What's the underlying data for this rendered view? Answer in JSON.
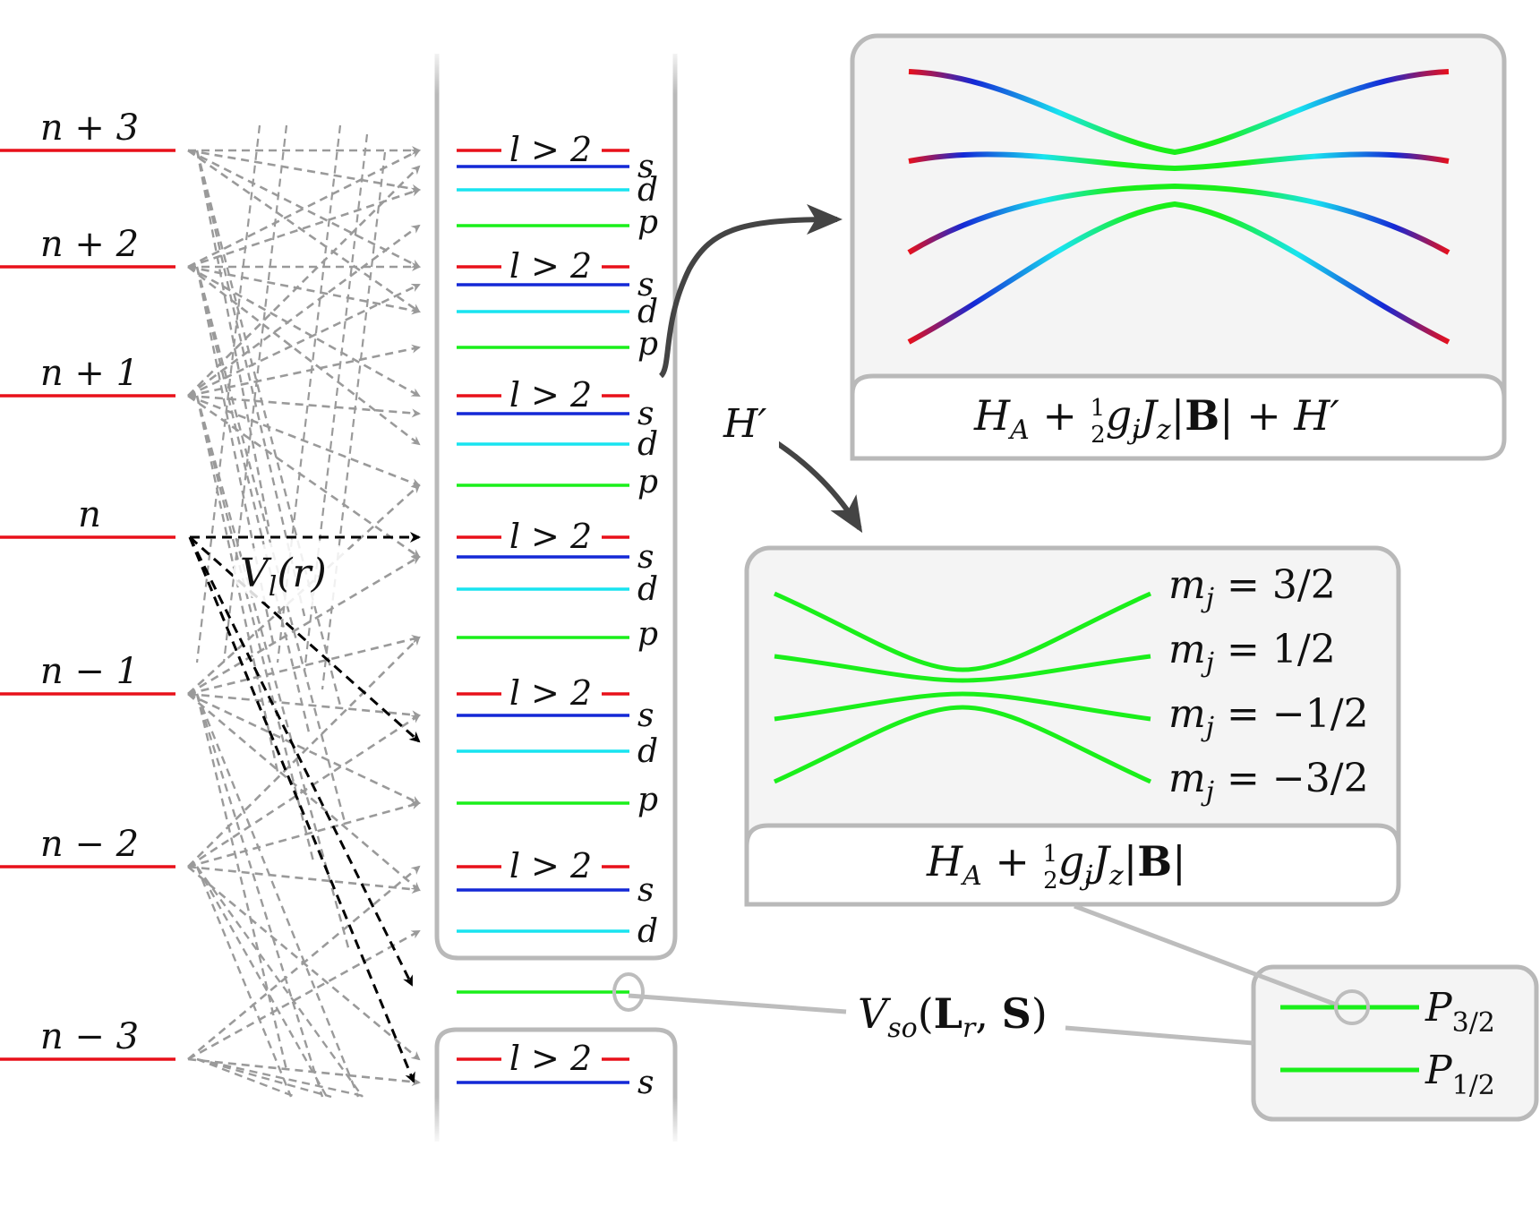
{
  "colors": {
    "unperturbed_level": "#e8101a",
    "l_gt_2": "#e8101a",
    "s": "#1428d6",
    "d": "#18e4f0",
    "p": "#1aef1a",
    "coupling_gray": "#9a9a9a",
    "coupling_black": "#000000",
    "box_fill": "#f4f4f4",
    "box_border": "#b9b9b9"
  },
  "left_levels": [
    {
      "label": "n + 3"
    },
    {
      "label": "n + 2"
    },
    {
      "label": "n + 1"
    },
    {
      "label": "n"
    },
    {
      "label": "n − 1"
    },
    {
      "label": "n − 2"
    },
    {
      "label": "n − 3"
    }
  ],
  "potential_label": "V",
  "potential_sub": "l",
  "potential_arg": "(r)",
  "groups": [
    {
      "lgt2_label": "l > 2",
      "sublevels": [
        {
          "name": "s",
          "color_key": "s"
        },
        {
          "name": "d",
          "color_key": "d"
        },
        {
          "name": "p",
          "color_key": "p"
        }
      ]
    },
    {
      "lgt2_label": "l > 2",
      "sublevels": [
        {
          "name": "s",
          "color_key": "s"
        },
        {
          "name": "d",
          "color_key": "d"
        },
        {
          "name": "p",
          "color_key": "p"
        }
      ]
    },
    {
      "lgt2_label": "l > 2",
      "sublevels": [
        {
          "name": "s",
          "color_key": "s"
        },
        {
          "name": "d",
          "color_key": "d"
        },
        {
          "name": "p",
          "color_key": "p"
        }
      ]
    },
    {
      "lgt2_label": "l > 2",
      "sublevels": [
        {
          "name": "s",
          "color_key": "s"
        },
        {
          "name": "d",
          "color_key": "d"
        },
        {
          "name": "p",
          "color_key": "p"
        }
      ]
    },
    {
      "lgt2_label": "l > 2",
      "sublevels": [
        {
          "name": "s",
          "color_key": "s"
        },
        {
          "name": "d",
          "color_key": "d"
        },
        {
          "name": "p",
          "color_key": "p"
        }
      ]
    },
    {
      "lgt2_label": "l > 2",
      "sublevels": [
        {
          "name": "s",
          "color_key": "s"
        },
        {
          "name": "d",
          "color_key": "d"
        }
      ]
    },
    {
      "lgt2_label": "l > 2",
      "sublevels": [
        {
          "name": "s",
          "color_key": "s"
        }
      ]
    }
  ],
  "perturbation_label": "H′",
  "top_box": {
    "formula_parts": [
      "H",
      "A",
      " + ",
      "1",
      "2",
      "g",
      "j",
      "J",
      "z",
      "|",
      "B",
      "| + ",
      "H′"
    ]
  },
  "middle_box": {
    "formula_parts": [
      "H",
      "A",
      " + ",
      "1",
      "2",
      "g",
      "j",
      "J",
      "z",
      "|",
      "B",
      "|"
    ],
    "mj_labels": [
      {
        "m": "m",
        "j": "j",
        "value": " = 3/2"
      },
      {
        "m": "m",
        "j": "j",
        "value": " = 1/2"
      },
      {
        "m": "m",
        "j": "j",
        "value": " = −1/2"
      },
      {
        "m": "m",
        "j": "j",
        "value": " = −3/2"
      }
    ]
  },
  "spin_orbit": {
    "V": "V",
    "sub": "so",
    "open": "(",
    "L": "L",
    "Lsub": "r",
    "comma": ", ",
    "S": "S",
    "close": ")"
  },
  "fine_structure": [
    {
      "P": "P",
      "sub": "3/2"
    },
    {
      "P": "P",
      "sub": "1/2"
    }
  ]
}
